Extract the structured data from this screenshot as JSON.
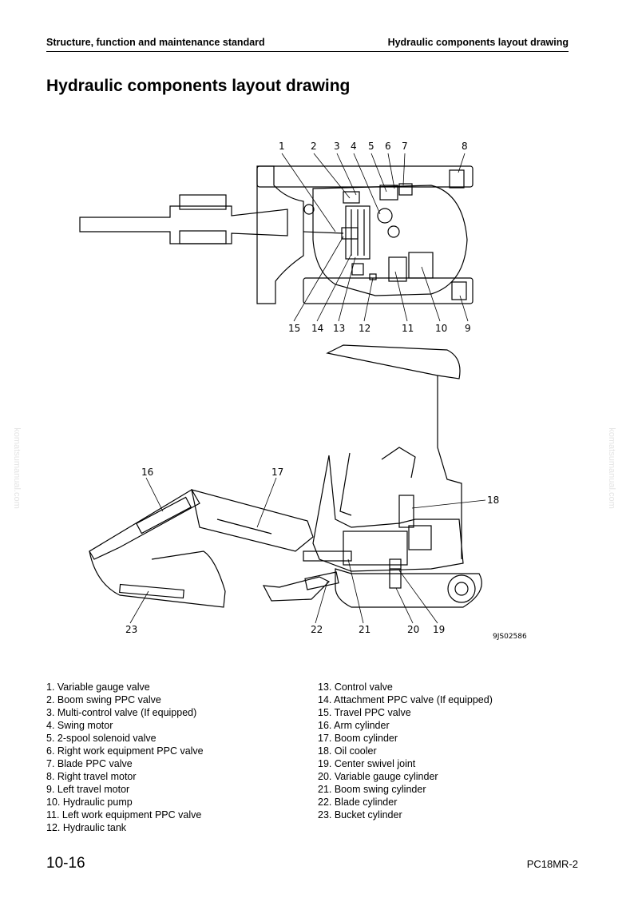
{
  "header": {
    "left": "Structure, function and maintenance standard",
    "right": "Hydraulic components layout drawing"
  },
  "title": "Hydraulic components layout drawing",
  "watermark": "komatsumanual.com",
  "figure": {
    "code": "9JS02586",
    "callouts_top": [
      "1",
      "2",
      "3",
      "4",
      "5",
      "6",
      "7",
      "8"
    ],
    "callouts_bottom": [
      "15",
      "14",
      "13",
      "12",
      "11",
      "10",
      "9"
    ],
    "callouts_side": [
      "16",
      "17",
      "18",
      "23",
      "22",
      "21",
      "20",
      "19"
    ]
  },
  "legend_left": [
    "1. Variable gauge valve",
    "2. Boom swing PPC valve",
    "3. Multi-control valve (If equipped)",
    "4. Swing motor",
    "5. 2-spool solenoid valve",
    "6. Right work equipment PPC valve",
    "7. Blade PPC valve",
    "8. Right travel motor",
    "9. Left travel motor",
    "10. Hydraulic pump",
    "11. Left work equipment PPC valve",
    "12. Hydraulic tank"
  ],
  "legend_right": [
    "13. Control valve",
    "14. Attachment PPC valve (If equipped)",
    "15. Travel PPC valve",
    "16. Arm cylinder",
    "17. Boom cylinder",
    "18. Oil cooler",
    "19. Center swivel joint",
    "20. Variable gauge cylinder",
    "21. Boom swing cylinder",
    "22. Blade cylinder",
    "23. Bucket cylinder"
  ],
  "footer": {
    "page": "10-16",
    "model": "PC18MR-2"
  }
}
